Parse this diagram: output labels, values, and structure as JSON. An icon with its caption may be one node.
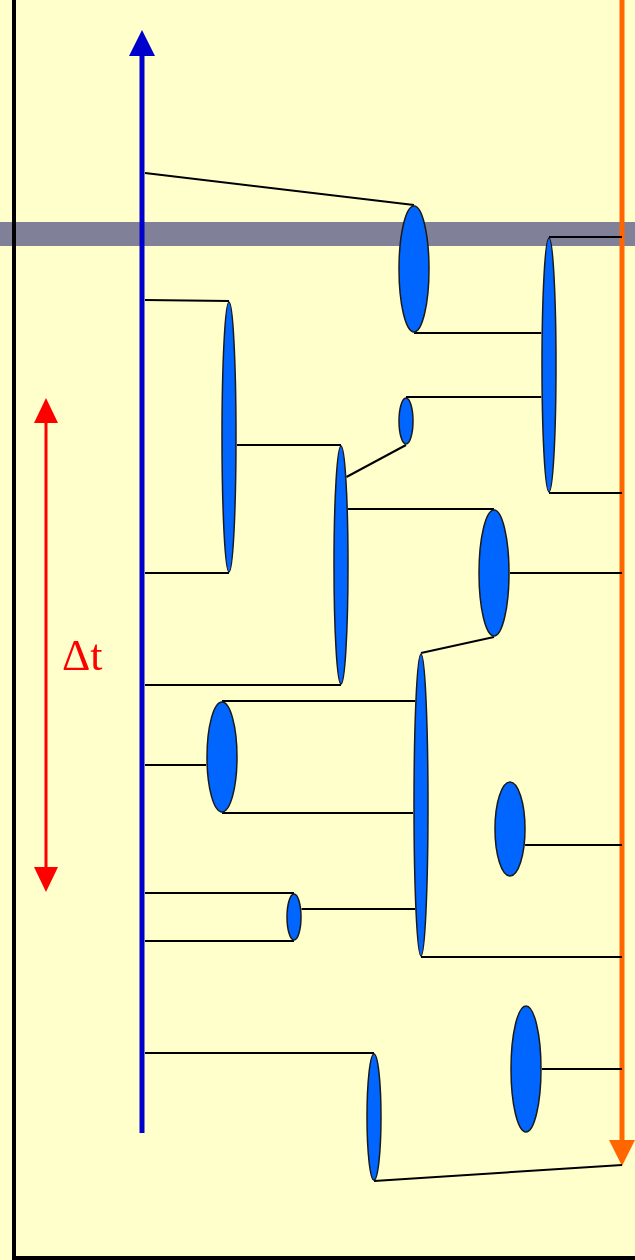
{
  "diagram": {
    "nodes": [
      {
        "text": [],
        "shape": "ellipse"
      },
      {
        "text": [],
        "shape": "ellipse"
      },
      {
        "text": [],
        "shape": "ellipse"
      },
      {
        "text": [],
        "shape": "ellipse"
      },
      {
        "text": [],
        "shape": "ellipse"
      },
      {
        "text": [],
        "shape": "ellipse"
      },
      {
        "text": [],
        "shape": "ellipse"
      },
      {
        "text": [],
        "shape": "ellipse"
      },
      {
        "text": [],
        "shape": "ellipse"
      },
      {
        "text": [],
        "shape": "ellipse"
      },
      {
        "text": [],
        "shape": "ellipse"
      },
      {
        "text": [],
        "shape": "ellipse"
      }
    ],
    "edges": [
      {
        "from": null,
        "to": 0,
        "arrow": "none"
      },
      {
        "from": 1,
        "to": null,
        "arrow": "none"
      },
      {
        "from": null,
        "to": 2,
        "arrow": "none"
      },
      {
        "from": 0,
        "to": 1,
        "arrow": "none"
      },
      {
        "from": 3,
        "to": 1,
        "arrow": "none"
      },
      {
        "from": 2,
        "to": 4,
        "arrow": "none"
      },
      {
        "from": 4,
        "to": 3,
        "arrow": "none"
      },
      {
        "from": 1,
        "to": null,
        "arrow": "none"
      },
      {
        "from": 4,
        "to": 5,
        "arrow": "none"
      },
      {
        "from": null,
        "to": 2,
        "arrow": "none"
      },
      {
        "from": 5,
        "to": null,
        "arrow": "none"
      },
      {
        "from": 6,
        "to": 5,
        "arrow": "none"
      },
      {
        "from": null,
        "to": 4,
        "arrow": "none"
      },
      {
        "from": 7,
        "to": 6,
        "arrow": "none"
      },
      {
        "from": null,
        "to": 7,
        "arrow": "none"
      },
      {
        "from": 7,
        "to": 6,
        "arrow": "none"
      },
      {
        "from": 8,
        "to": null,
        "arrow": "none"
      },
      {
        "from": null,
        "to": 9,
        "arrow": "none"
      },
      {
        "from": 9,
        "to": 6,
        "arrow": "none"
      },
      {
        "from": null,
        "to": 9,
        "arrow": "none"
      },
      {
        "from": 6,
        "to": null,
        "arrow": "none"
      },
      {
        "from": null,
        "to": 11,
        "arrow": "none"
      },
      {
        "from": 10,
        "to": null,
        "arrow": "none"
      },
      {
        "from": 11,
        "to": null,
        "arrow": "none"
      }
    ],
    "labels": [
      "Δt"
    ]
  }
}
